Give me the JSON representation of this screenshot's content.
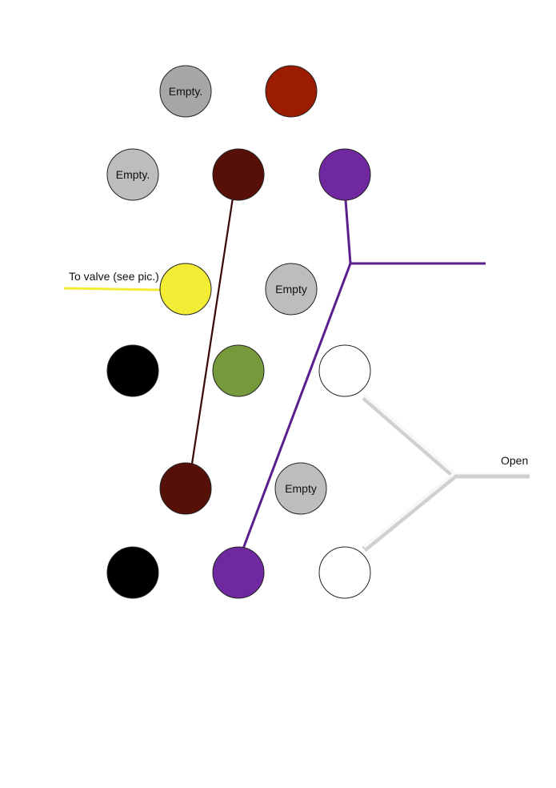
{
  "pins": [
    {
      "id": "p1",
      "color": "#a6a6a6",
      "label": "Empty."
    },
    {
      "id": "p2",
      "color": "#9b1c00",
      "label": ""
    },
    {
      "id": "p3",
      "color": "#bdbdbd",
      "label": "Empty."
    },
    {
      "id": "p4",
      "color": "#561008",
      "label": ""
    },
    {
      "id": "p5",
      "color": "#7028a0",
      "label": ""
    },
    {
      "id": "p6",
      "color": "#f2ec35",
      "label": ""
    },
    {
      "id": "p7",
      "color": "#bdbdbd",
      "label": "Empty"
    },
    {
      "id": "p8",
      "color": "#000000",
      "label": ""
    },
    {
      "id": "p9",
      "color": "#76993c",
      "label": ""
    },
    {
      "id": "p10",
      "color": "#ffffff",
      "label": ""
    },
    {
      "id": "p11",
      "color": "#561008",
      "label": ""
    },
    {
      "id": "p12",
      "color": "#bdbdbd",
      "label": "Empty"
    },
    {
      "id": "p13",
      "color": "#000000",
      "label": ""
    },
    {
      "id": "p14",
      "color": "#7028a0",
      "label": ""
    },
    {
      "id": "p15",
      "color": "#ffffff",
      "label": ""
    }
  ],
  "annotations": {
    "valve": "To valve (see pic.)",
    "open": "Open"
  },
  "wire_colors": {
    "brown": "#3a0a0a",
    "purple": "#5a1f8c",
    "yellow": "#f2ec35",
    "open": "#e8e8e8"
  }
}
